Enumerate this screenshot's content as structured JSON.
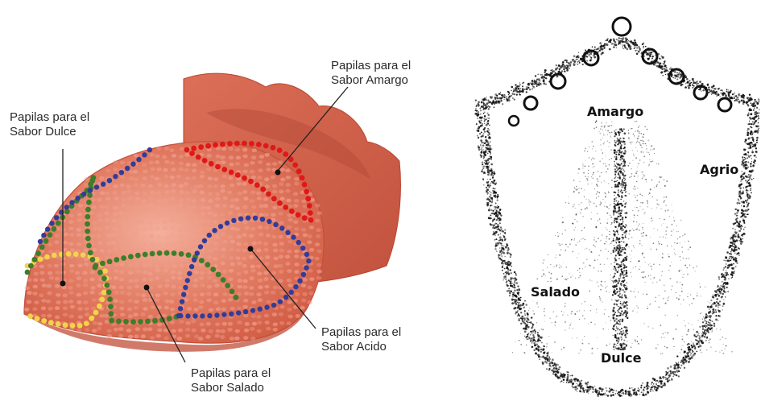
{
  "diagram": {
    "colors": {
      "tongue_body": "#d9644c",
      "tongue_highlight": "#ee9d86",
      "tongue_edge": "#b8452f",
      "back_flap": "#c65a45",
      "bitter_dots": "#e01818",
      "sweet_dots": "#f2d44a",
      "salty_dots": "#3e7d2a",
      "sour_dots": "#323c9a",
      "papilla_dots": "#f0a090"
    },
    "colored_tongue": {
      "labels": {
        "sweet": {
          "line1": "Papilas para el",
          "line2": "Sabor Dulce"
        },
        "bitter": {
          "line1": "Papilas para el",
          "line2": "Sabor Amargo"
        },
        "sour": {
          "line1": "Papilas para el",
          "line2": "Sabor Acido"
        },
        "salty": {
          "line1": "Papilas para el",
          "line2": "Sabor Salado"
        }
      }
    },
    "sketch_tongue": {
      "labels": {
        "bitter": "Amargo",
        "sour": "Agrio",
        "salty": "Salado",
        "sweet": "Dulce"
      }
    }
  }
}
